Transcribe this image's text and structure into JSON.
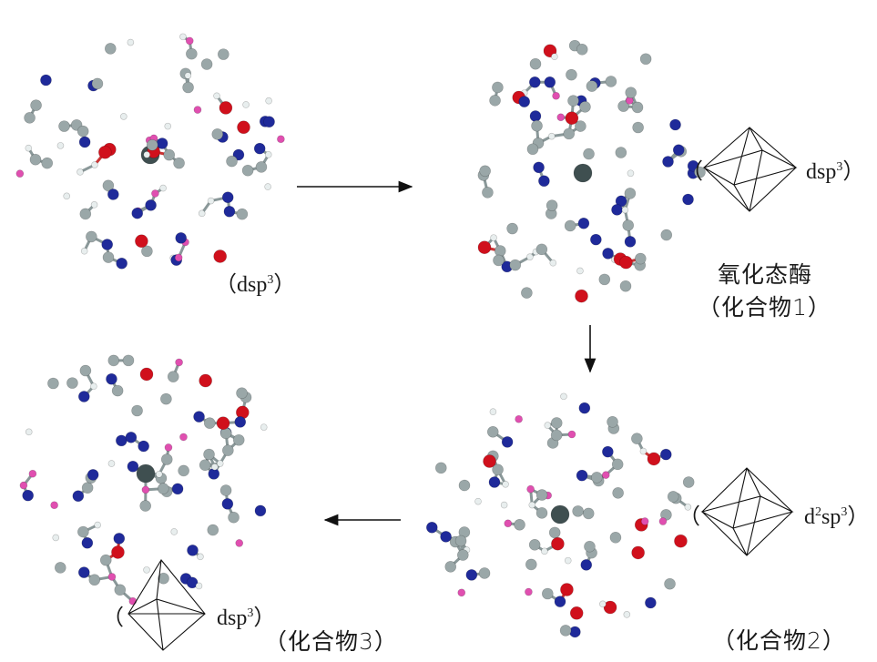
{
  "structures": [
    {
      "id": "reactant",
      "hybridization_prefix": "（dsp",
      "hybridization_sup": "3",
      "hybridization_suffix": "）"
    },
    {
      "id": "compound1",
      "name": "氧化态酶",
      "compound_label": "（化合物1）",
      "hybridization_prefix": "dsp",
      "hybridization_sup": "3",
      "open_paren": "（",
      "close_paren": "）",
      "geometry": "octahedron"
    },
    {
      "id": "compound2",
      "compound_label": "（化合物2）",
      "hybridization_prefix": "d",
      "hybridization_sup": "2",
      "hybridization_mid": "sp",
      "hybridization_sup2": "3",
      "open_paren": "（",
      "close_paren": "）",
      "geometry": "octahedron"
    },
    {
      "id": "compound3",
      "compound_label": "（化合物3）",
      "hybridization_prefix": "dsp",
      "hybridization_sup": "3",
      "open_paren": "（",
      "close_paren": "）",
      "geometry": "trigonal-bipyramid"
    }
  ],
  "colors": {
    "carbon": "#9aa7a8",
    "metal": "#3f4f50",
    "nitrogen": "#1f2a9a",
    "oxygen": "#d0101c",
    "hydrogen": "#e8eeee",
    "h_polar": "#e04fb0"
  }
}
